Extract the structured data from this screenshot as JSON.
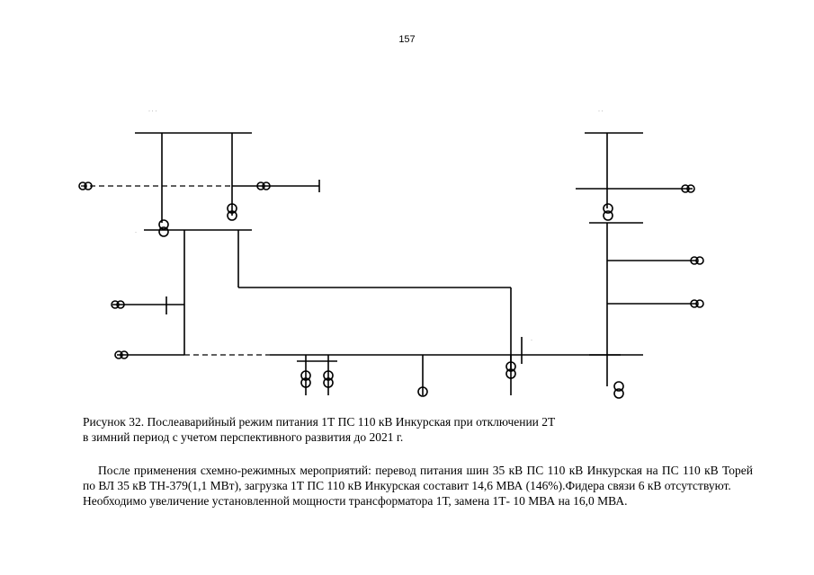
{
  "page_number": "157",
  "caption": {
    "line1": "Рисунок 32. Послеаварийный режим  питания 1Т ПС 110 кВ Инкурская  при отключении 2Т",
    "line2": "в зимний период с учетом перспективного развития до 2021 г."
  },
  "paragraphs": [
    "После применения схемно-режимных мероприятий: перевод питания шин 35 кВ ПС 110 кВ Инкурская  на ПС 110 кВ Торей по  ВЛ 35 кВ ТН-379(1,1 МВт), загрузка 1Т ПС 110 кВ Инкурская  составит 14,6 МВА (146%).Фидера связи 6 кВ отсутствуют.",
    "Необходимо увеличение установленной мощности трансформатора 1Т, замена 1Т- 10 МВА на 16,0 МВА."
  ]
}
